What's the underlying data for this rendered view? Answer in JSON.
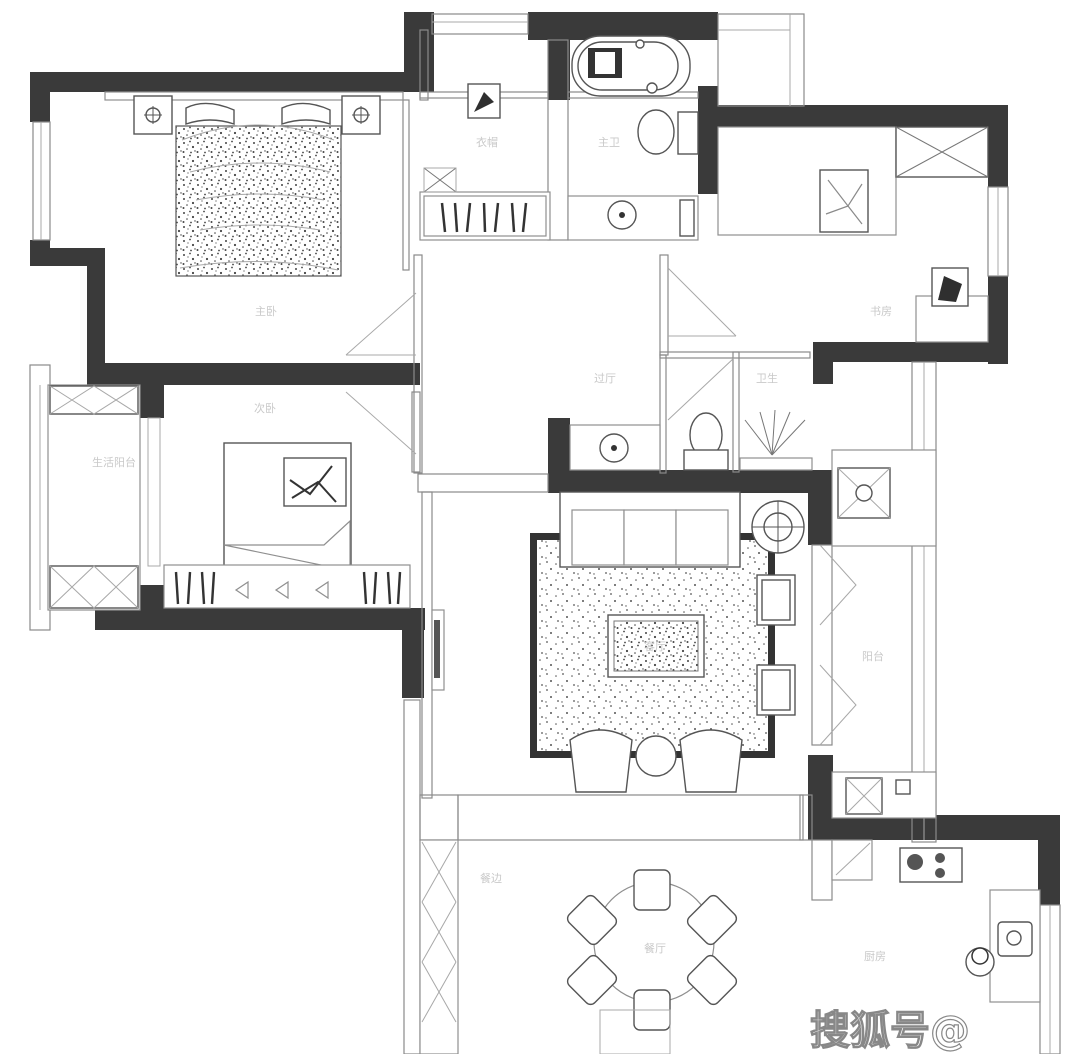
{
  "rooms": {
    "master_bedroom": "主卧",
    "cloakroom": "衣帽",
    "master_bath": "主卫",
    "study": "书房",
    "corridor": "过厅",
    "guest_bath": "卫生",
    "second_bedroom": "次卧",
    "balcony_west": "生活阳台",
    "living_room": "客厅",
    "balcony_east": "阳台",
    "dining_room": "餐厅",
    "kitchen": "厨房",
    "dining_side": "餐边"
  },
  "watermark": "搜狐号@"
}
